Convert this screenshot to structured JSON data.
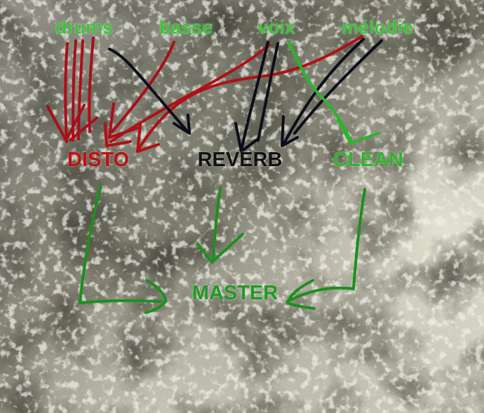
{
  "sources": {
    "drums": "drums",
    "basse": "basse",
    "voix": "voix",
    "melodie": "mélodie"
  },
  "buses": {
    "disto": "DISTO",
    "reverb": "REVERB",
    "clean": "CLEAN"
  },
  "master": "MASTER",
  "colors": {
    "disto_arrow": "#b01015",
    "reverb_arrow": "#0d0d1a",
    "clean_arrow": "#2bb52a",
    "master_arrow": "#1d8f1f",
    "source_label": "#3ec43a"
  },
  "connections": [
    {
      "from": "drums",
      "to": "disto",
      "color": "red"
    },
    {
      "from": "drums",
      "to": "reverb",
      "color": "black"
    },
    {
      "from": "basse",
      "to": "disto",
      "color": "red"
    },
    {
      "from": "voix",
      "to": "disto",
      "color": "red"
    },
    {
      "from": "voix",
      "to": "reverb",
      "color": "black"
    },
    {
      "from": "voix",
      "to": "clean",
      "color": "green"
    },
    {
      "from": "mélodie",
      "to": "disto",
      "color": "red"
    },
    {
      "from": "mélodie",
      "to": "reverb",
      "color": "black"
    },
    {
      "from": "disto",
      "to": "master",
      "color": "green"
    },
    {
      "from": "reverb",
      "to": "master",
      "color": "green"
    },
    {
      "from": "clean",
      "to": "master",
      "color": "green"
    }
  ]
}
